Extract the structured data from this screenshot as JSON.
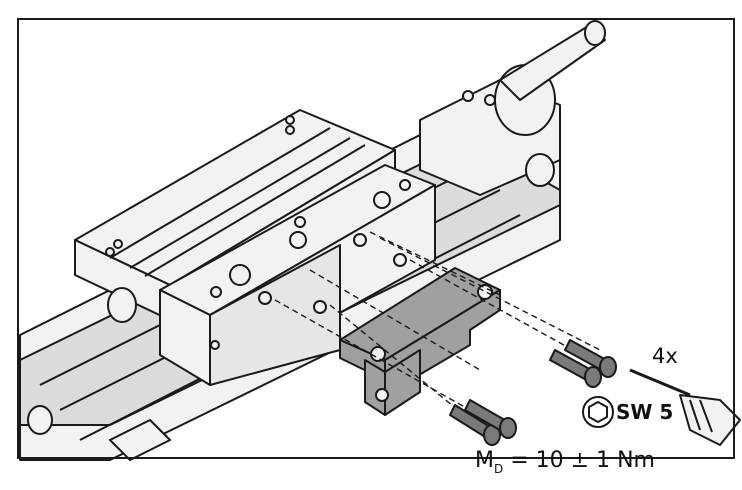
{
  "labels": {
    "quantity": "4x",
    "wrench_size": "SW 5",
    "torque_symbol": "M",
    "torque_subscript": "D",
    "torque_value": "= 10 ± 1 Nm"
  },
  "colors": {
    "outline": "#1a1a1a",
    "part_fill": "#f2f2f2",
    "bracket_fill": "#a0a0a0",
    "screw_fill": "#7a7a7a"
  },
  "icons": [
    "hex-socket-icon",
    "hex-key-tool",
    "socket-head-screw"
  ]
}
